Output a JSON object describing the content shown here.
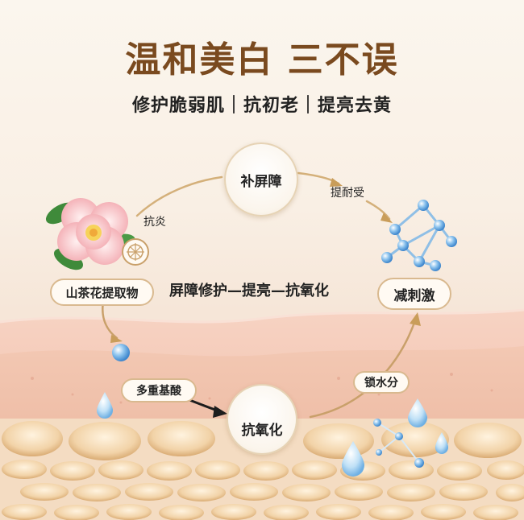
{
  "headline": "温和美白 三不误",
  "tagline": "修护脆弱肌｜抗初老｜提亮去黄",
  "ingredient": "山茶花提取物",
  "nodes": {
    "barrier": "补屏障",
    "tolerance_note": "提耐受",
    "irritation": "减刺激",
    "antioxidant": "抗氧化"
  },
  "labels": {
    "anti_inflammatory": "抗炎",
    "polyacids": "多重基酸",
    "lock_water": "锁水分",
    "center_process": "屏障修护—提亮—抗氧化"
  }
}
